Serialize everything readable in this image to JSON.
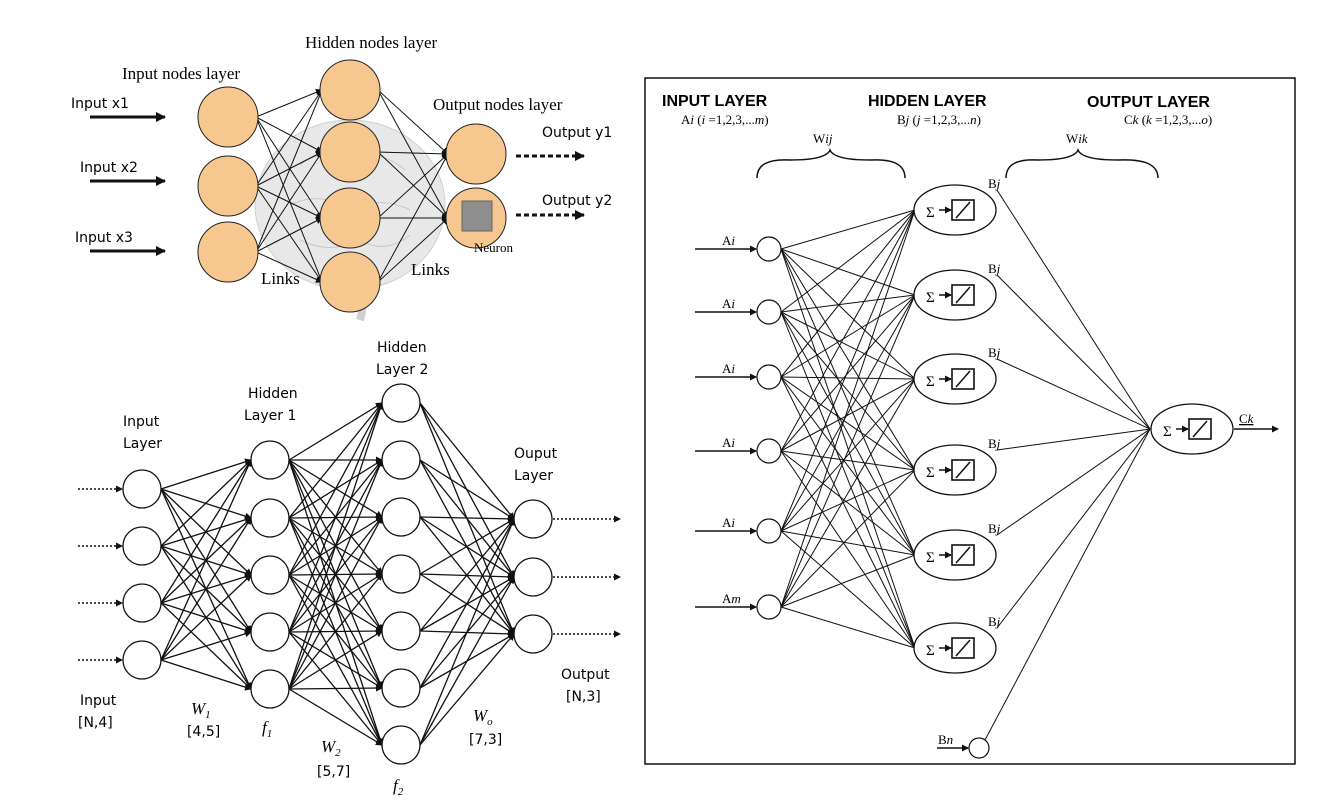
{
  "diagram1": {
    "title_hidden": "Hidden nodes layer",
    "title_input": "Input nodes layer",
    "title_output": "Output nodes layer",
    "inputs": [
      "Input x1",
      "Input x2",
      "Input x3"
    ],
    "outputs": [
      "Output y1",
      "Output y2"
    ],
    "links_left": "Links",
    "links_right": "Links",
    "neuron_label": "Neuron",
    "node_fill": "#f6c78f"
  },
  "diagram2": {
    "input_layer": [
      "Input",
      "Layer"
    ],
    "hidden1": [
      "Hidden",
      "Layer 1"
    ],
    "hidden2": [
      "Hidden",
      "Layer 2"
    ],
    "output_layer": [
      "Ouput",
      "Layer"
    ],
    "input_label": [
      "Input",
      "[N,4]"
    ],
    "output_label": [
      "Output",
      "[N,3]"
    ],
    "w1": [
      "W",
      "1",
      "[4,5]"
    ],
    "f1": [
      "f",
      "1"
    ],
    "w2": [
      "W",
      "2",
      "[5,7]"
    ],
    "f2": [
      "f",
      "2"
    ],
    "wo": [
      "W",
      "o",
      "[7,3]"
    ],
    "layer_sizes": [
      4,
      5,
      7,
      3
    ]
  },
  "diagram3": {
    "input_title": "INPUT LAYER",
    "hidden_title": "HIDDEN LAYER",
    "output_title": "OUTPUT LAYER",
    "input_sub": [
      "A",
      "i",
      " (",
      "i",
      " =1,2,3,...",
      "m",
      ")"
    ],
    "hidden_sub": [
      "B",
      "j",
      " (",
      "j",
      " =1,2,3,...",
      "n",
      ")"
    ],
    "output_sub": [
      "C",
      "k",
      " (",
      "k",
      " =1,2,3,...",
      "o",
      ")"
    ],
    "wij": [
      "W",
      "ij"
    ],
    "wik": [
      "W",
      "ik"
    ],
    "input_labels": [
      "Ai",
      "Ai",
      "Ai",
      "Ai",
      "Ai",
      "Am"
    ],
    "hidden_label": "Bj",
    "bias_label": "Bn",
    "output_label": "Ck",
    "sigma": "Σ"
  }
}
